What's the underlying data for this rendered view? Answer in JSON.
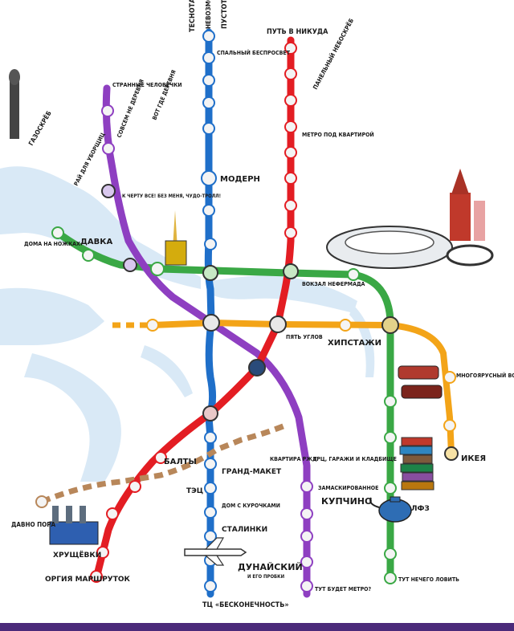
{
  "colors": {
    "background": "#ffffff",
    "water": "#d9e9f6",
    "line_blue": "#1f6fc9",
    "line_red": "#e31d23",
    "line_purple": "#8e3fc1",
    "line_green": "#3aa845",
    "line_orange": "#f3a418",
    "line_brown": "#b8875a",
    "station_fill": "#f4f4f4",
    "footer": "#4b2a7a"
  },
  "lines": {
    "blue_top_label_1": "ТЕСНОТА",
    "blue_top_label_2": "НЕВОЗМОЖНОЕ",
    "blue_top_label_3": "ПУСТОТА"
  },
  "stations": {
    "put_v_nikuda": "ПУТЬ В НИКУДА",
    "spalny_prospect": "СПАЛЬНЫЙ БЕСПРОСВЕТ",
    "panelny_nebosker": "ПАНЕЛЬНЫЙ НЕБОСКРЁБ",
    "strannye_chelovechki": "СТРАННЫЕ ЧЕЛОВЕЧКИ",
    "sovsem_ne_derevnya": "СОВСЕМ НЕ ДЕРЕВНЯ",
    "vot_gde_derevnya": "ВОТ ГДЕ ДЕРЕВНЯ",
    "metro_pod_kvartiroy": "МЕТРО ПОД КВАРТИРОЙ",
    "gazoskreb": "ГАЗОСКРЁБ",
    "modern": "МОДЕРН",
    "ray_dlya_uborschic": "РАЙ ДЛЯ УБОРЩИЦ",
    "k_chertu_vse_bez_menya": "К ЧЕРТУ ВСЕ! БЕЗ МЕНЯ, ЧУДО-ТРОЛЛ!",
    "doma_na_nozhkah": "ДОМА НА НОЖКАХ",
    "davka": "ДАВКА",
    "vokzal_nefermada": "ВОКЗАЛ НЕФЕРМАДА",
    "pyat_uglov": "ПЯТЬ УГЛОВ",
    "hipstazhi": "ХИПСТАЖИ",
    "mnogoyarusny_vokzal": "МНОГОЯРУСНЫЙ ВОКЗАЛ",
    "ikeya": "ИКЕЯ",
    "kvartira_rzhd": "КВАРТИРА РЖД",
    "trc_garazhi": "ТРЦ, ГАРАЖИ И КЛАДБИЩЕ",
    "balty": "БАЛТЫ",
    "grand_maket": "ГРАНД-МАКЕТ",
    "tec": "ТЭЦ",
    "zamaskirovannoe": "ЗАМАСКИРОВАННОЕ",
    "kupchino": "КУПЧИНО",
    "lfz": "ЛФЗ",
    "davno_pora": "ДАВНО ПОРА",
    "dom_s_kurochkami": "ДОМ С КУРОЧКАМИ",
    "stalinki": "СТАЛИНКИ",
    "hruschevki": "ХРУЩЁВКИ",
    "dunaysky": "ДУНАЙСКИЙ",
    "i_ego_probki": "И ЕГО ПРОБКИ",
    "orgiya_marshrutok": "ОРГИЯ МАРШРУТОК",
    "tut_budet_metro": "ТУТ БУДЕТ МЕТРО?",
    "tut_nechego_lovit": "ТУТ НЕЧЕГО ЛОВИТЬ",
    "tc_beskonechnost": "ТЦ «БЕСКОНЕЧНОСТЬ»"
  },
  "icons": {
    "train": "train-icon",
    "plane": "plane-icon",
    "teapot": "teapot-icon",
    "tower": "tower-icon",
    "stadium": "stadium-icon",
    "books": "books-icon"
  }
}
